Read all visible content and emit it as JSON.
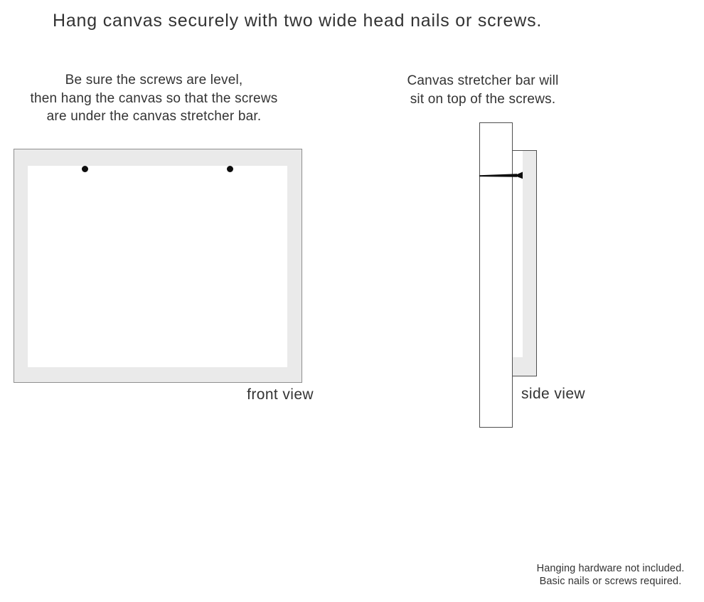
{
  "title": "Hang canvas securely with two wide head nails or screws.",
  "front": {
    "instructions": [
      "Be sure the screws are level,",
      "then hang the canvas so that the screws",
      "are under the canvas stretcher bar."
    ],
    "caption": "front view"
  },
  "side": {
    "instructions": [
      "Canvas stretcher bar will",
      "sit on top of the screws."
    ],
    "caption": "side view"
  },
  "footnote": [
    "Hanging hardware not included.",
    "Basic nails or screws required."
  ],
  "colors": {
    "canvas_fill": "#eaeaea",
    "frame_outline": "#8f8f8f",
    "bar_outline": "#4f4f4f",
    "text": "#333333",
    "nail": "#0d0d0d"
  }
}
